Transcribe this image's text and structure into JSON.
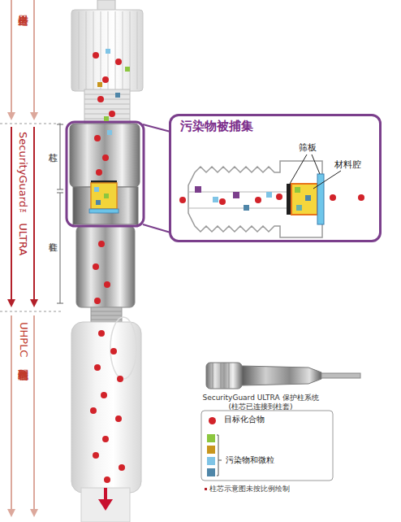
{
  "diagram": {
    "nodes": [
      {
        "text": [
          "污染物被捕集"
        ]
      }
    ],
    "labels": [
      "来自进样器",
      "SecurityGuard™ ULTRA",
      "UHPLC 色谱柱到检测器",
      "柱芯",
      "柱套",
      "筛板",
      "材料腔",
      "SecurityGuard ULTRA 保护柱系统 (柱芯已连接到柱套)",
      "柱芯示意图未按比例绘制"
    ],
    "legend": [
      {
        "text": "目标化合物",
        "color": "#d2232a"
      },
      {
        "text": "污染物和微粒"
      }
    ]
  }
}
